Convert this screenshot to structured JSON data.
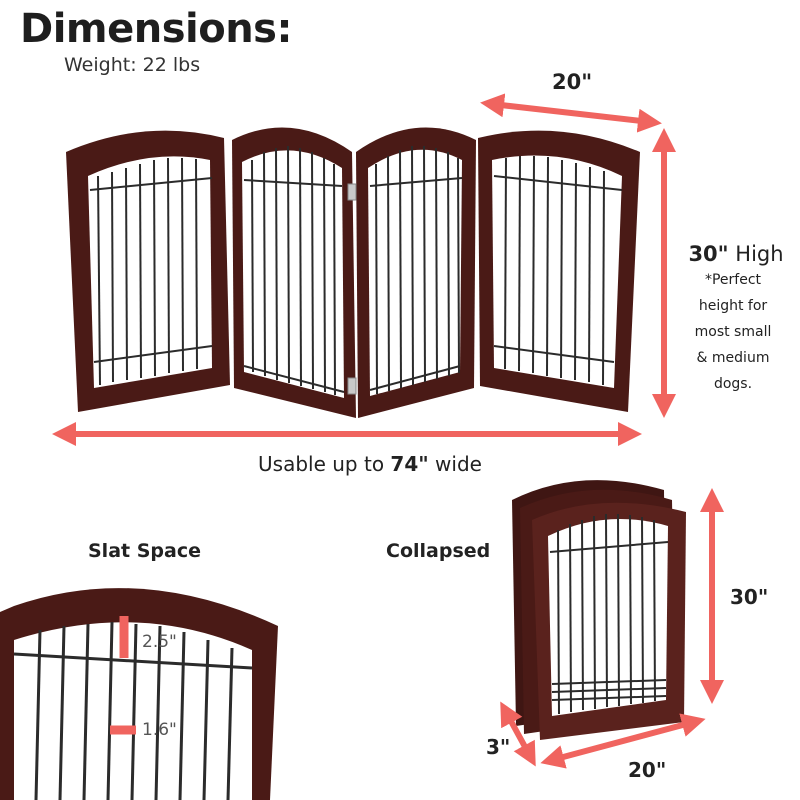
{
  "colors": {
    "arrow": "#f0645f",
    "wood": "#4a1a16",
    "wire": "#2b2b2b"
  },
  "header": {
    "title": "Dimensions:",
    "weight": "Weight: 22 lbs"
  },
  "top_width": "20\"",
  "height": {
    "value": "30\"",
    "word": " High",
    "note_lines": [
      "*Perfect",
      "height for",
      "most small",
      "& medium",
      "dogs."
    ]
  },
  "usable": {
    "prefix": "Usable up to ",
    "value": "74\"",
    "suffix": " wide"
  },
  "slat": {
    "title": "Slat Space",
    "vertical": "2.5\"",
    "horizontal": "1.6\""
  },
  "collapsed": {
    "title": "Collapsed",
    "height": "30\"",
    "depth": "3\"",
    "width": "20\""
  }
}
